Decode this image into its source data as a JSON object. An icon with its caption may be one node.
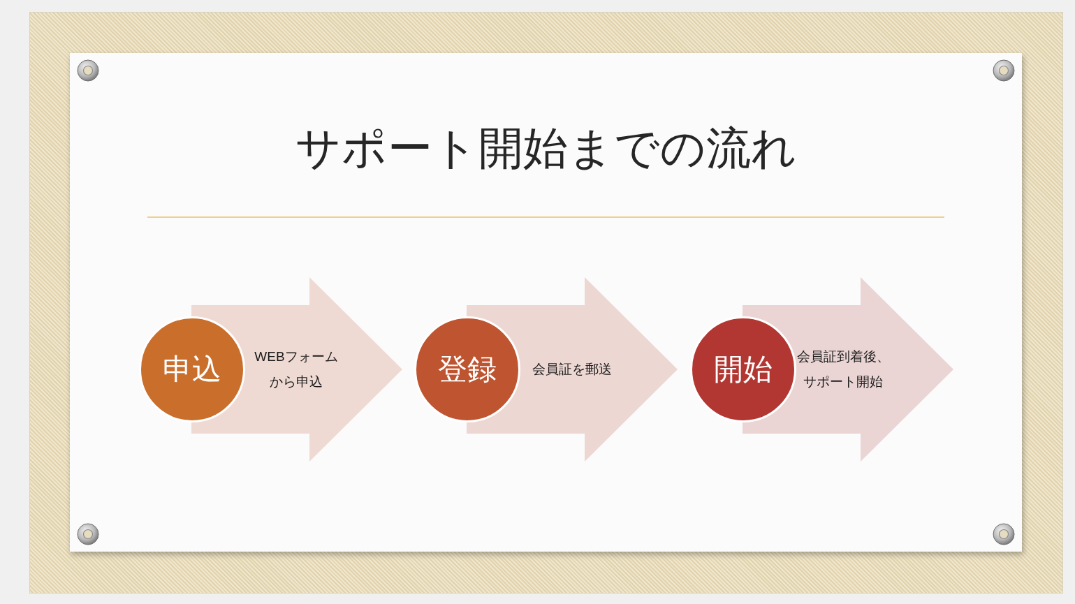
{
  "diagram": {
    "title": "サポート開始までの流れ",
    "nodes": [
      {
        "text": [
          "申込"
        ]
      },
      {
        "text": [
          "WEBフォームから申込"
        ]
      },
      {
        "text": [
          "登録"
        ]
      },
      {
        "text": [
          "会員証を郵送"
        ]
      },
      {
        "text": [
          "開始"
        ]
      },
      {
        "text": [
          "会員証到着後、サポート開始"
        ]
      }
    ]
  }
}
